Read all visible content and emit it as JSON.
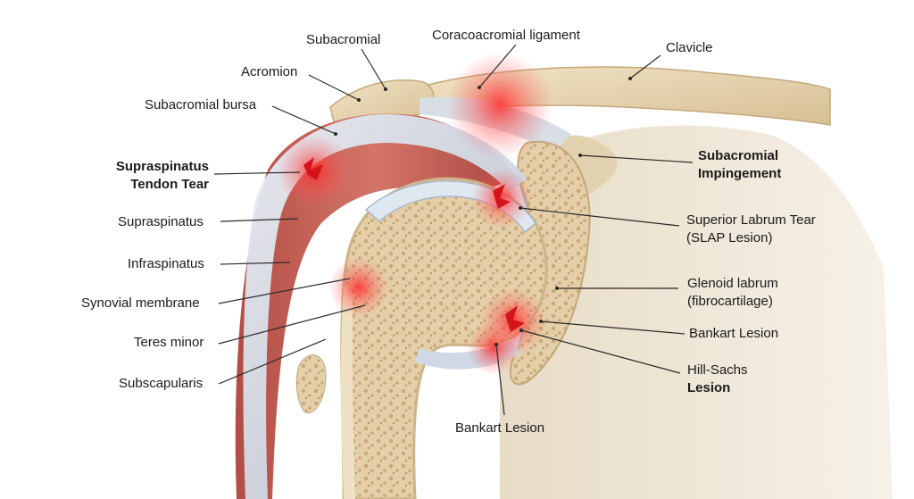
{
  "labels": {
    "subacromial": "Subacromial",
    "coracoacromial_ligament": "Coracoacromial ligament",
    "clavicle": "Clavicle",
    "acromion": "Acromion",
    "subacromial_bursa": "Subacromial bursa",
    "supraspinatus_tendon_tear": {
      "line1": "Supraspinatus",
      "line2": "Tendon Tear"
    },
    "subacromial_impingement": {
      "line1": "Subacromial",
      "line2": "Impingement"
    },
    "supraspinatus": "Supraspinatus",
    "superior_labrum_tear": {
      "line1": "Superior Labrum Tear",
      "line2": "(SLAP Lesion)"
    },
    "infraspinatus": "Infraspinatus",
    "glenoid_labrum": {
      "line1": "Glenoid labrum",
      "line2": "(fibrocartilage)"
    },
    "synovial_membrane": "Synovial membrane",
    "bankart_lesion_right": "Bankart Lesion",
    "teres_minor": "Teres minor",
    "hill_sachs_lesion": {
      "line1": "Hill-Sachs",
      "line2": "Lesion"
    },
    "subscapularis": "Subscapularis",
    "bankart_lesion_bottom": "Bankart Lesion"
  },
  "colors": {
    "bone": "#e8d7b6",
    "bone_shadow": "#cdb48a",
    "muscle": "#c9645a",
    "muscle_dark": "#a8463f",
    "tendon": "#cfd8e4",
    "cartilage": "#dfe7f0",
    "injury": "#e8232a",
    "leader": "#2a2a2a",
    "scapula": "#e9dfcc"
  }
}
